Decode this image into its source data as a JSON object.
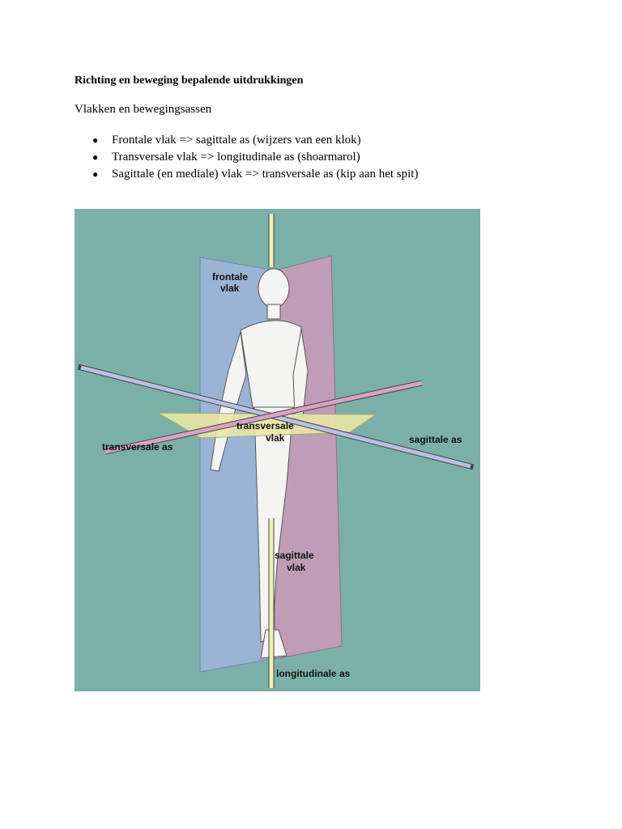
{
  "document": {
    "heading": "Richting en beweging bepalende uitdrukkingen",
    "subheading": "Vlakken en bewegingsassen",
    "bullets": [
      "Frontale vlak => sagittale as (wijzers van een klok)",
      "Transversale vlak => longitudinale as (shoarmarol)",
      "Sagittale (en mediale) vlak => transversale as (kip aan het spit)"
    ]
  },
  "figure": {
    "labels": {
      "frontal_1": "frontale",
      "frontal_2": "vlak",
      "transversal_1": "transversale",
      "transversal_2": "vlak",
      "transversal_axis": "transversale as",
      "sagittal_axis": "sagittale as",
      "sagittal_1": "sagittale",
      "sagittal_2": "vlak",
      "longitudinal_axis": "longitudinale as"
    },
    "colors": {
      "background": "#7bb0a8",
      "frontal_plane": "#9db4d8",
      "sagittal_plane": "#c79bb8",
      "transversal_plane": "#e8e7a6",
      "axis": "#eef0b8"
    }
  }
}
